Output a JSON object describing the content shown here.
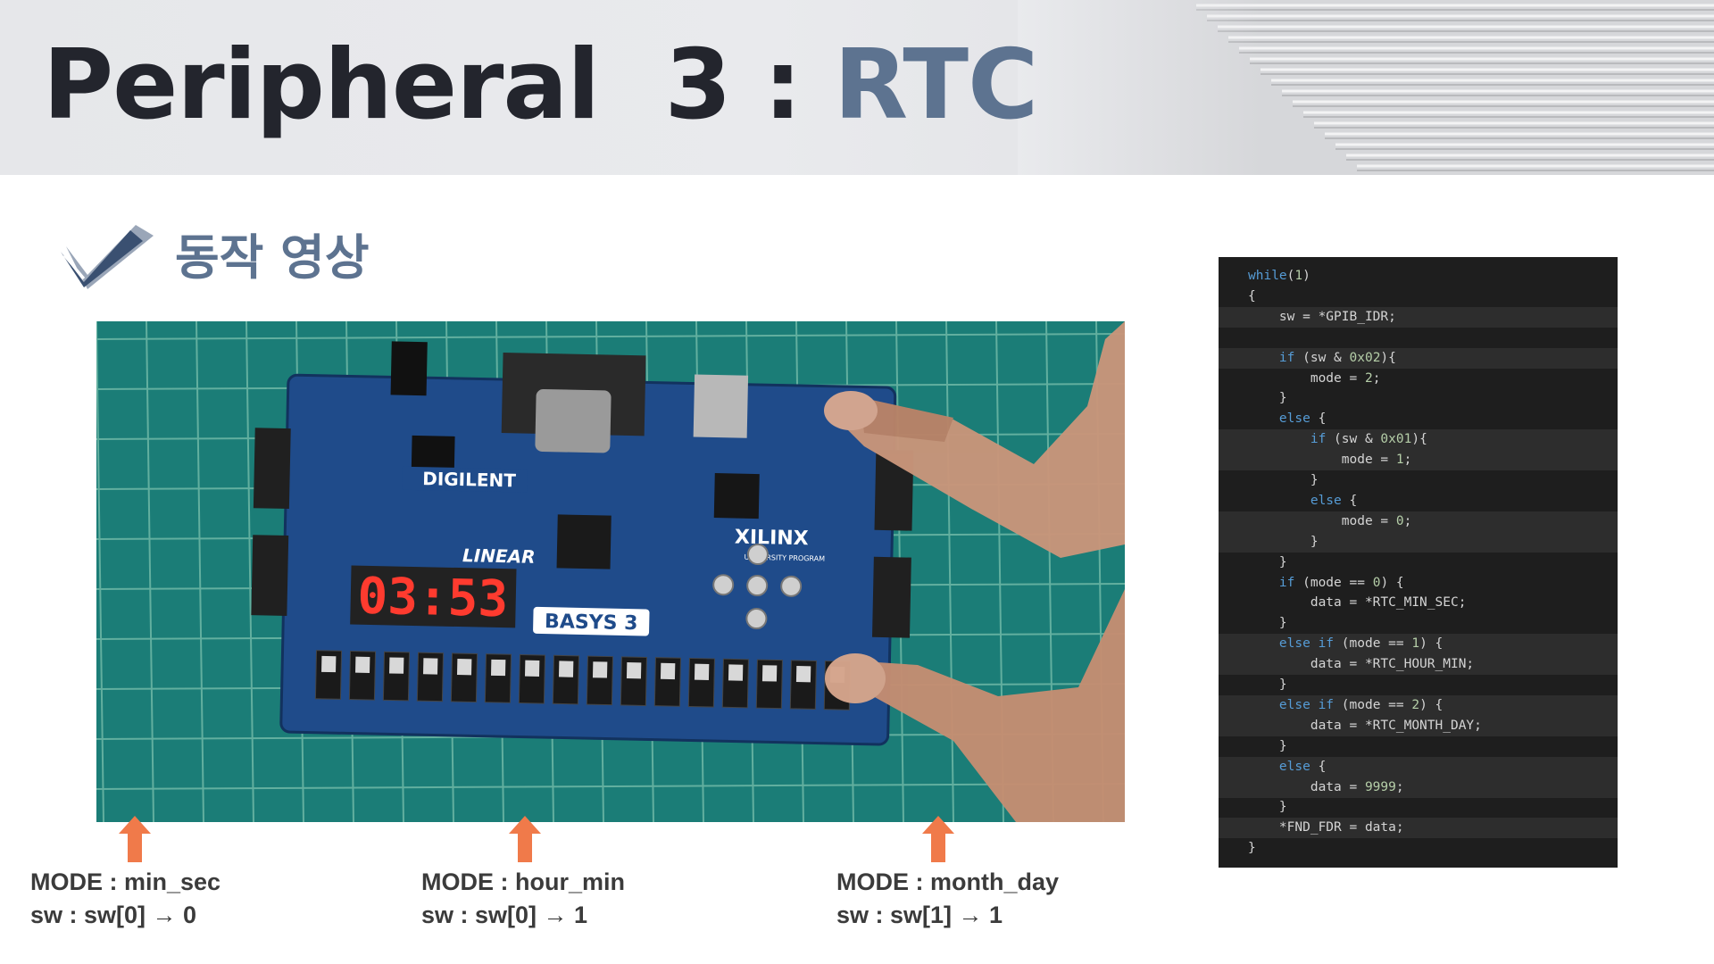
{
  "slide": {
    "title_main": "Peripheral  3 : ",
    "title_accent": "RTC",
    "section_title": "동작 영상"
  },
  "board": {
    "brand": "DIGILENT",
    "vendor": "XILINX",
    "program": "UNIVERSITY PROGRAM",
    "model": "BASYS 3",
    "linear": "LINEAR",
    "display": "03:53"
  },
  "labels": [
    {
      "mode": "MODE : min_sec",
      "sw": "sw : sw[0] → 0"
    },
    {
      "mode": "MODE : hour_min",
      "sw": "sw : sw[0] → 1"
    },
    {
      "mode": "MODE : month_day",
      "sw": "sw : sw[1] → 1"
    }
  ],
  "colors": {
    "title_dark": "#23252d",
    "title_accent": "#5d7390",
    "arrow": "#f07a4a",
    "label": "#3b3b3b",
    "code_bg": "#1e1e1e"
  },
  "code": [
    "while(1)",
    "{",
    "    sw = *GPIB_IDR;",
    "",
    "    if (sw & 0x02){",
    "        mode = 2;",
    "    }",
    "    else {",
    "        if (sw & 0x01){",
    "            mode = 1;",
    "        }",
    "        else {",
    "            mode = 0;",
    "        }",
    "    }",
    "    if (mode == 0) {",
    "        data = *RTC_MIN_SEC;",
    "    }",
    "    else if (mode == 1) {",
    "        data = *RTC_HOUR_MIN;",
    "    }",
    "    else if (mode == 2) {",
    "        data = *RTC_MONTH_DAY;",
    "    }",
    "    else {",
    "        data = 9999;",
    "    }",
    "    *FND_FDR = data;",
    "}"
  ],
  "code_highlighted": [
    2,
    4,
    8,
    9,
    12,
    13,
    18,
    19,
    21,
    22,
    24,
    25,
    27
  ]
}
